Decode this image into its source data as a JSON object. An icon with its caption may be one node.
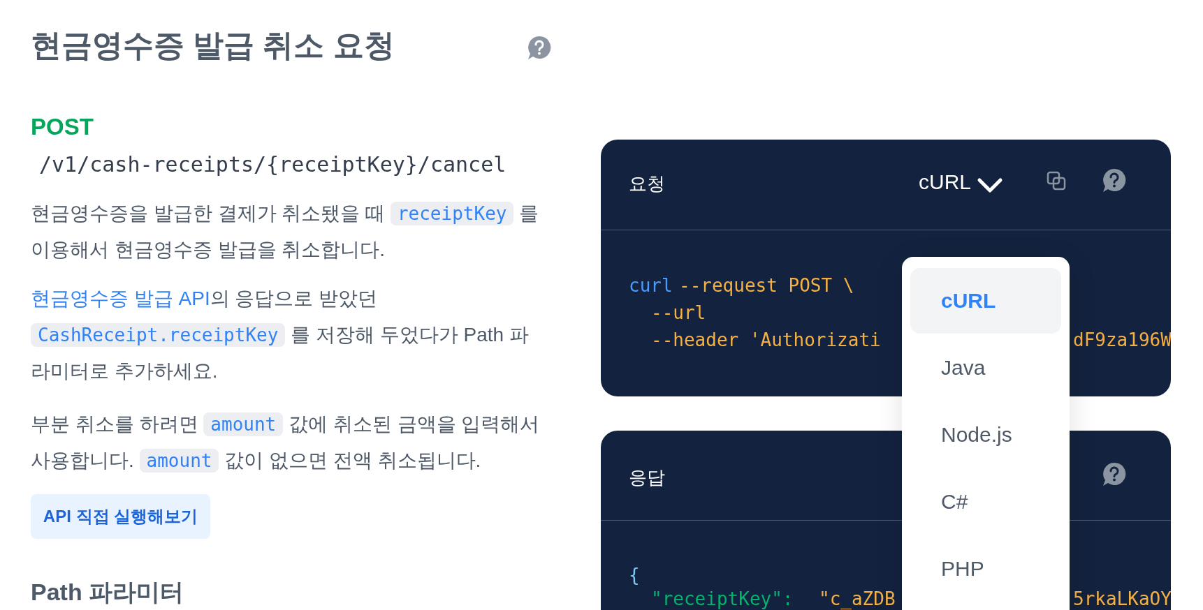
{
  "diagram": {
    "title": "현금영수증 발급 취소 요청",
    "labels": [
      "POST",
      "/v1/cash-receipts/{receiptKey}/cancel",
      "현금영수증을 발급한 결제가 취소됐을 때",
      "receiptKey",
      "를 이용해서 현금영수증 발급을 취소합니다.",
      "현금영수증 발급 API",
      "의 응답으로 받았던",
      "CashReceipt.receiptKey",
      "를 저장해 두었다가 Path 파라미터로 추가하세요.",
      "부분 취소를 하려면",
      "amount",
      "값에 취소된 금액을 입력해서 사용합니다.",
      "amount",
      "값이 없으면 전액 취소됩니다.",
      "API 직접 실행해보기",
      "Path 파라미터",
      "요청",
      "cURL",
      "curl",
      "--request POST \\",
      "--url",
      "--header 'Authorizati",
      "dF9za196W",
      "cURL",
      "Java",
      "Node.js",
      "C#",
      "PHP",
      "응답",
      "{",
      "\"receiptKey\":",
      "\"c_aZDB",
      "5rkaLKaOY"
    ]
  }
}
